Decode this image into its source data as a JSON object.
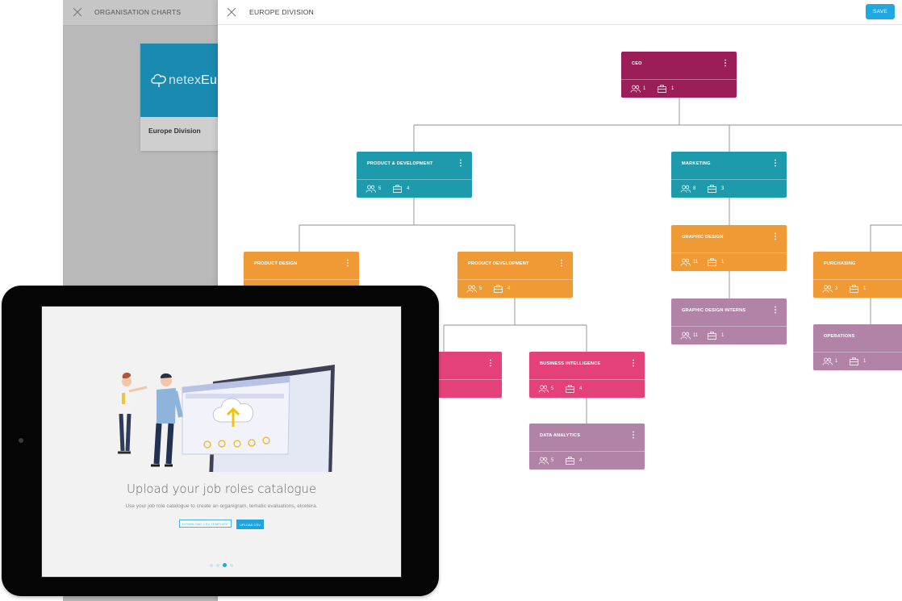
{
  "back_window": {
    "title": "ORGANISATION CHARTS",
    "card": {
      "logo_text_light": "netex",
      "logo_text_bold": "Eur",
      "label": "Europe Division"
    }
  },
  "front_window": {
    "title": "EUROPE DIVISION",
    "save_label": "SAVE"
  },
  "nodes": {
    "ceo": {
      "title": "CEO",
      "people": "1",
      "roles": "1"
    },
    "product_development_dept": {
      "title": "PRODUCT & DEVELOPMENT",
      "people": "5",
      "roles": "4"
    },
    "marketing": {
      "title": "MARKETING",
      "people": "8",
      "roles": "3"
    },
    "product_design": {
      "title": "PRODUCT DESIGN"
    },
    "product_development": {
      "title": "PRODUCT DEVELOPMENT",
      "people": "5",
      "roles": "4"
    },
    "graphic_design": {
      "title": "GRAPHIC DESIGN",
      "people": "11",
      "roles": "1"
    },
    "graphic_design_interns": {
      "title": "GRAPHIC DESIGN INTERNS",
      "people": "11",
      "roles": "1"
    },
    "purchasing": {
      "title": "PURCHASING",
      "people": "3",
      "roles": "1"
    },
    "operations": {
      "title": "OPERATIONS",
      "people": "1",
      "roles": "1"
    },
    "business_intelligence": {
      "title": "BUSINESS INTELLIGENCE",
      "people": "5",
      "roles": "4"
    },
    "data_analytics": {
      "title": "DATA ANALYTICS",
      "people": "5",
      "roles": "4"
    }
  },
  "tablet": {
    "title": "Upload your job roles catalogue",
    "subtitle": "Use your job role catalogue to create an organigram, tematic evaluations, etcetera.",
    "download_template_label": "DOWNLOAD CSV TEMPLATE",
    "upload_csv_label": "UPLOAD CSV",
    "pager": {
      "count": 4,
      "active": 3
    }
  },
  "colors": {
    "ceo": "#9b1e59",
    "department": "#1d9bac",
    "team": "#f09a35",
    "sub_team_pink": "#e4407a",
    "sub_team_mauve": "#b183a7",
    "primary_button": "#22a7e0"
  },
  "icons": [
    "close-icon",
    "netex-cloud-logo",
    "kebab-menu-icon",
    "people-icon",
    "briefcase-icon",
    "cloud-upload-icon"
  ]
}
